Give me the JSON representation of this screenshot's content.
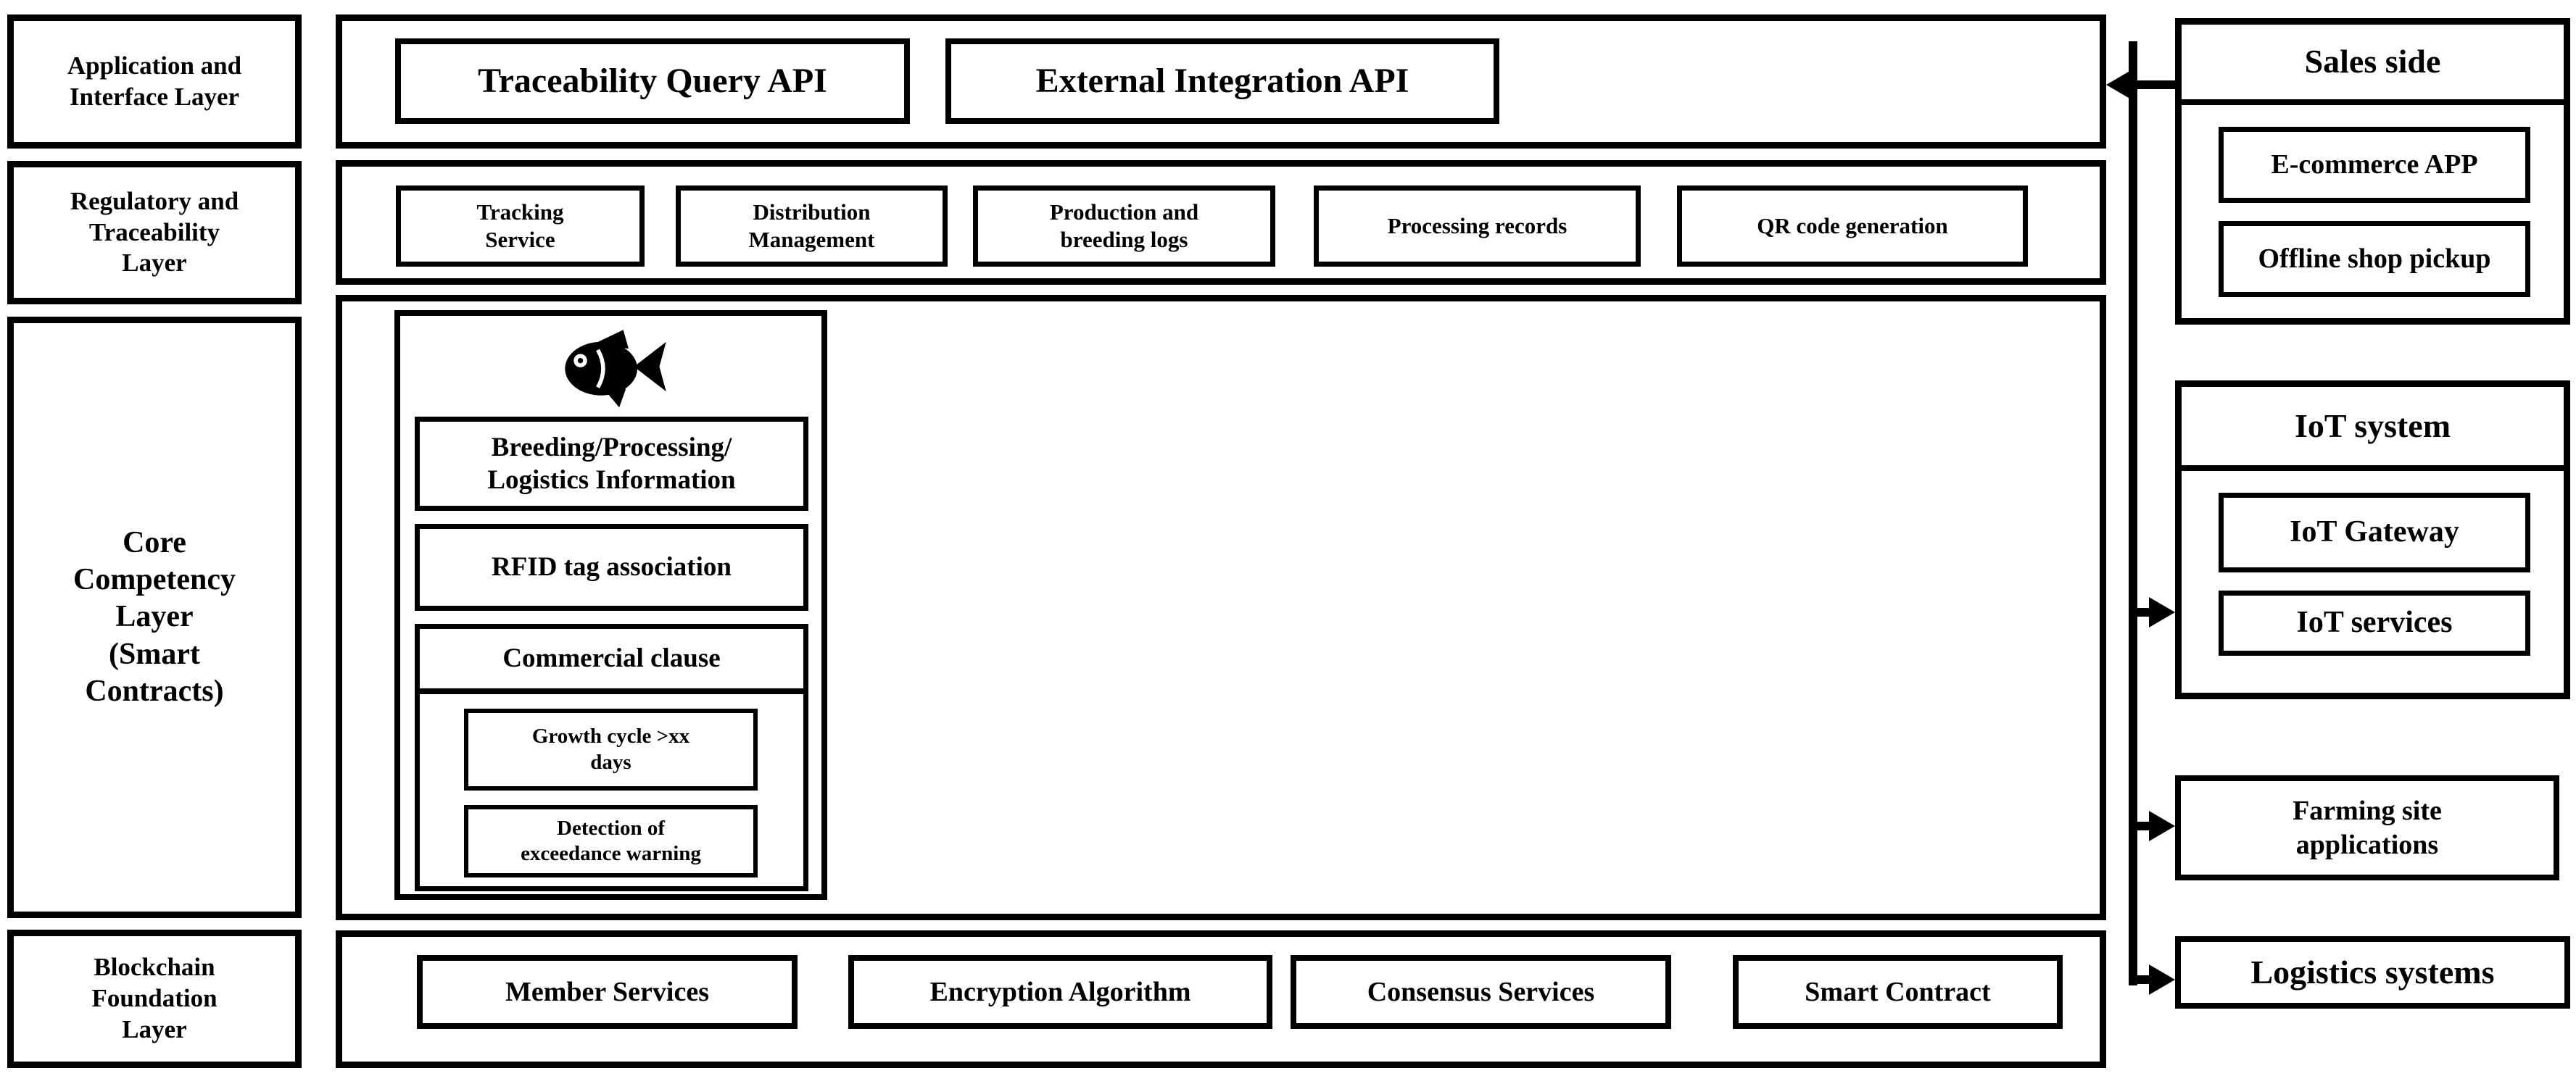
{
  "diagram": {
    "left_layers": {
      "application": "Application and\nInterface Layer",
      "regulatory": "Regulatory and\nTraceability\nLayer",
      "core": "Core\nCompetency\nLayer\n(Smart\nContracts)",
      "blockchain": "Blockchain\nFoundation\nLayer"
    },
    "application_row": {
      "traceability_api": "Traceability Query API",
      "external_api": "External Integration API"
    },
    "regulatory_row": {
      "items": [
        "Tracking\nService",
        "Distribution\nManagement",
        "Production and\nbreeding logs",
        "Processing records",
        "QR code generation"
      ]
    },
    "core_row": {
      "fish_icon": "fish-icon",
      "breeding_info": "Breeding/Processing/\nLogistics Information",
      "rfid": "RFID tag association",
      "commercial_clause": "Commercial clause",
      "conditions": [
        "Growth cycle >xx\ndays",
        "Detection of\nexceedance warning"
      ]
    },
    "foundation_row": {
      "items": [
        "Member Services",
        "Encryption Algorithm",
        "Consensus Services",
        "Smart Contract"
      ]
    },
    "right_column": {
      "sales": {
        "title": "Sales side",
        "items": [
          "E-commerce APP",
          "Offline shop pickup"
        ]
      },
      "iot": {
        "title": "IoT system",
        "items": [
          "IoT Gateway",
          "IoT services"
        ]
      },
      "farming": "Farming site\napplications",
      "logistics": "Logistics systems"
    },
    "colors": {
      "line": "#000000",
      "background": "#ffffff",
      "text": "#000000"
    }
  }
}
